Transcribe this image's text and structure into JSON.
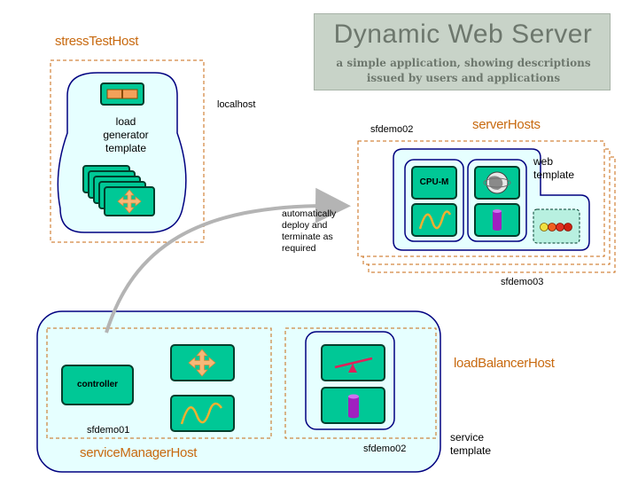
{
  "title": "Dynamic Web Server",
  "subtitle": "a simple application, showing descriptions issued by users and applications",
  "hosts": {
    "stress_test_host": "stressTestHost",
    "localhost": "localhost",
    "sfdemo02_top": "sfdemo02",
    "server_hosts": "serverHosts",
    "sfdemo03": "sfdemo03",
    "sfdemo01": "sfdemo01",
    "service_manager_host": "serviceManagerHost",
    "sfdemo02_bottom": "sfdemo02",
    "load_balancer_host": "loadBalancerHost"
  },
  "labels": {
    "load_generator_template": "load generator template",
    "web_template": "web template",
    "cpu_m": "CPU-M",
    "controller": "controller",
    "service_template": "service template",
    "arrow_note": "automatically deploy and terminate as required"
  },
  "colors": {
    "orange": "#c86a10",
    "navy": "#000080",
    "pale_cyan": "#e6ffff",
    "tile_green": "#00c896",
    "tile_dark": "#003e2c"
  },
  "icons": [
    "move-arrows-icon",
    "waveform-icon",
    "cylinder-icon",
    "seesaw-icon",
    "globe-icon",
    "slider-icon",
    "traffic-dots-icon"
  ]
}
